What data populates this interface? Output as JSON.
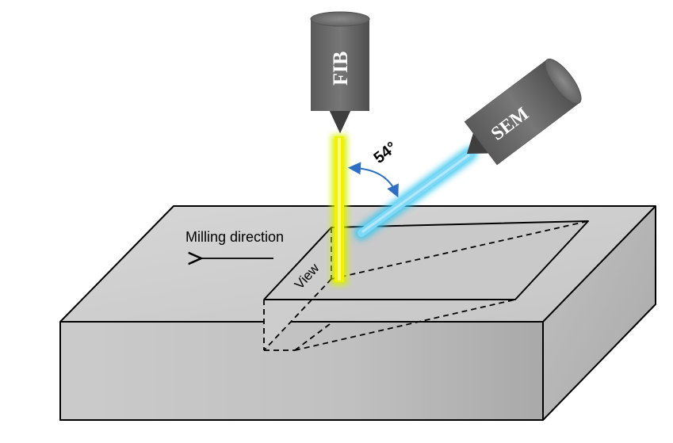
{
  "labels": {
    "fib": "FIB",
    "sem": "SEM",
    "angle": "54°",
    "milling": "Milling direction",
    "view": "View"
  },
  "colors": {
    "block_top": "#cfcfcf",
    "block_front": "#c4c4c4",
    "block_side": "#b9b9b9",
    "column_body": "#6a6a6a",
    "column_tip": "#4a4a4a",
    "fib_beam": "#f2f200",
    "fib_glow": "#d8f000",
    "sem_beam": "#7fd8f5",
    "sem_glow": "#38c8ee",
    "angle_arrow": "#2e6fc4",
    "outline": "#000000"
  },
  "icons": {
    "fib_column": "ion-column-icon",
    "sem_column": "electron-column-icon",
    "milling_arrow": "arrow-left-icon",
    "angle_arc": "double-arrow-arc-icon"
  }
}
